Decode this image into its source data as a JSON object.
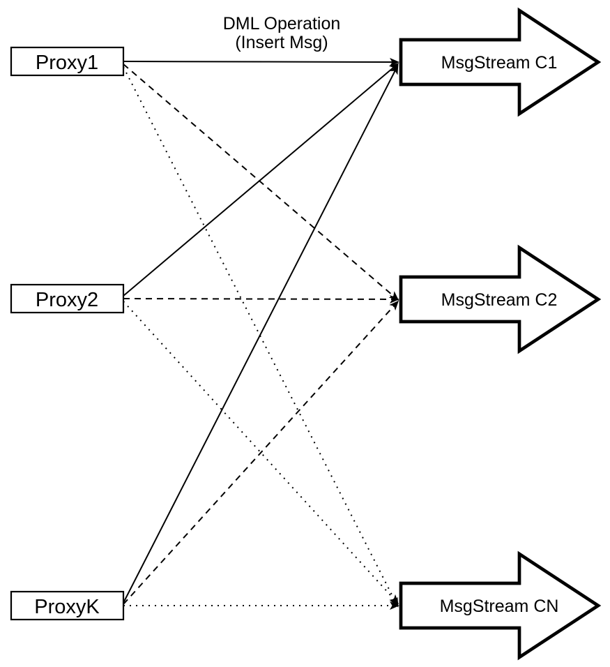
{
  "title": {
    "line1": "DML Operation",
    "line2": "(Insert Msg)"
  },
  "proxies": [
    {
      "label": "Proxy1"
    },
    {
      "label": "Proxy2"
    },
    {
      "label": "ProxyK"
    }
  ],
  "streams": [
    {
      "label": "MsgStream C1"
    },
    {
      "label": "MsgStream C2"
    },
    {
      "label": "MsgStream CN"
    }
  ],
  "edges": [
    {
      "from": "Proxy1",
      "to": "MsgStream C1",
      "style": "solid"
    },
    {
      "from": "Proxy1",
      "to": "MsgStream C2",
      "style": "dashed"
    },
    {
      "from": "Proxy1",
      "to": "MsgStream CN",
      "style": "dotted"
    },
    {
      "from": "Proxy2",
      "to": "MsgStream C1",
      "style": "solid"
    },
    {
      "from": "Proxy2",
      "to": "MsgStream C2",
      "style": "dashed"
    },
    {
      "from": "Proxy2",
      "to": "MsgStream CN",
      "style": "dotted"
    },
    {
      "from": "ProxyK",
      "to": "MsgStream C1",
      "style": "solid"
    },
    {
      "from": "ProxyK",
      "to": "MsgStream C2",
      "style": "dashed"
    },
    {
      "from": "ProxyK",
      "to": "MsgStream CN",
      "style": "dotted"
    }
  ],
  "colors": {
    "stroke": "#000000",
    "fill": "#ffffff",
    "background": "#ffffff"
  }
}
